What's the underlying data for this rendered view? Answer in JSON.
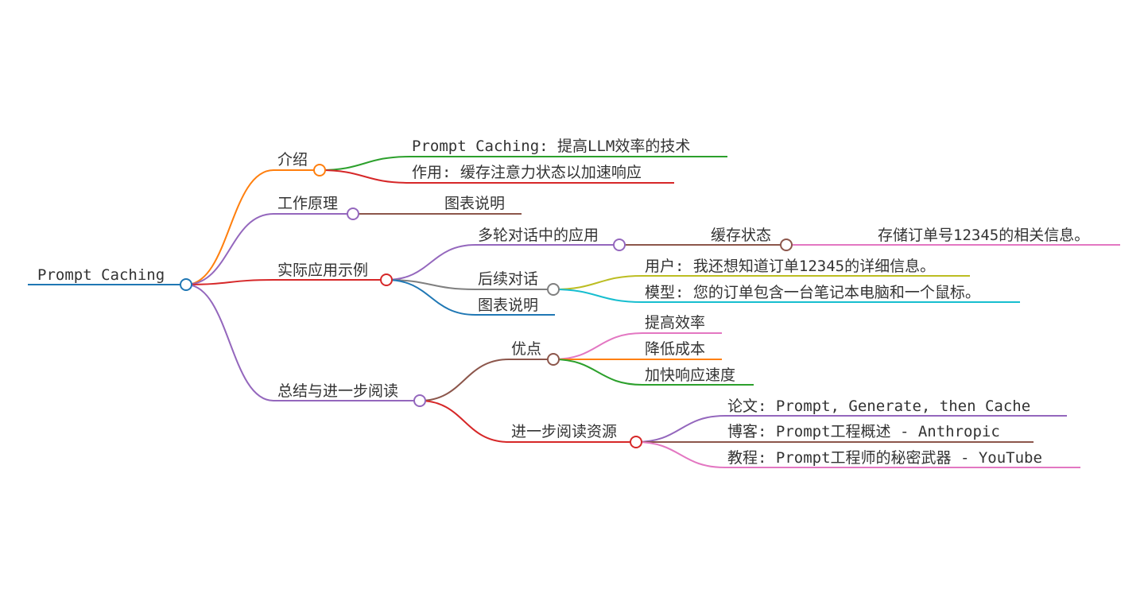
{
  "root": {
    "label": "Prompt Caching",
    "color": "#1f77b4"
  },
  "branches": [
    {
      "key": "intro",
      "label": "介绍",
      "color": "#ff7f0e",
      "children": [
        {
          "label": "Prompt Caching: 提高LLM效率的技术",
          "color": "#2ca02c"
        },
        {
          "label": "作用: 缓存注意力状态以加速响应",
          "color": "#d62728"
        }
      ]
    },
    {
      "key": "principle",
      "label": "工作原理",
      "color": "#9467bd",
      "children": [
        {
          "label": "图表说明",
          "color": "#8c564b"
        }
      ]
    },
    {
      "key": "example",
      "label": "实际应用示例",
      "color": "#d62728",
      "children": [
        {
          "label": "多轮对话中的应用",
          "color": "#9467bd",
          "children": [
            {
              "label": "缓存状态",
              "color": "#8c564b",
              "children": [
                {
                  "label": "存储订单号12345的相关信息。",
                  "color": "#e377c2"
                }
              ]
            }
          ]
        },
        {
          "label": "后续对话",
          "color": "#7f7f7f",
          "children": [
            {
              "label": "用户: 我还想知道订单12345的详细信息。",
              "color": "#bcbd22"
            },
            {
              "label": "模型: 您的订单包含一台笔记本电脑和一个鼠标。",
              "color": "#17becf"
            }
          ]
        },
        {
          "label": "图表说明",
          "color": "#1f77b4"
        }
      ]
    },
    {
      "key": "summary",
      "label": "总结与进一步阅读",
      "color": "#9467bd",
      "children": [
        {
          "label": "优点",
          "color": "#8c564b",
          "children": [
            {
              "label": "提高效率",
              "color": "#e377c2"
            },
            {
              "label": "降低成本",
              "color": "#ff7f0e"
            },
            {
              "label": "加快响应速度",
              "color": "#2ca02c"
            }
          ]
        },
        {
          "label": "进一步阅读资源",
          "color": "#d62728",
          "children": [
            {
              "label": "论文: Prompt, Generate, then Cache",
              "color": "#9467bd"
            },
            {
              "label": "博客: Prompt工程概述 - Anthropic",
              "color": "#8c564b"
            },
            {
              "label": "教程: Prompt工程师的秘密武器 - YouTube",
              "color": "#e377c2"
            }
          ]
        }
      ]
    }
  ]
}
